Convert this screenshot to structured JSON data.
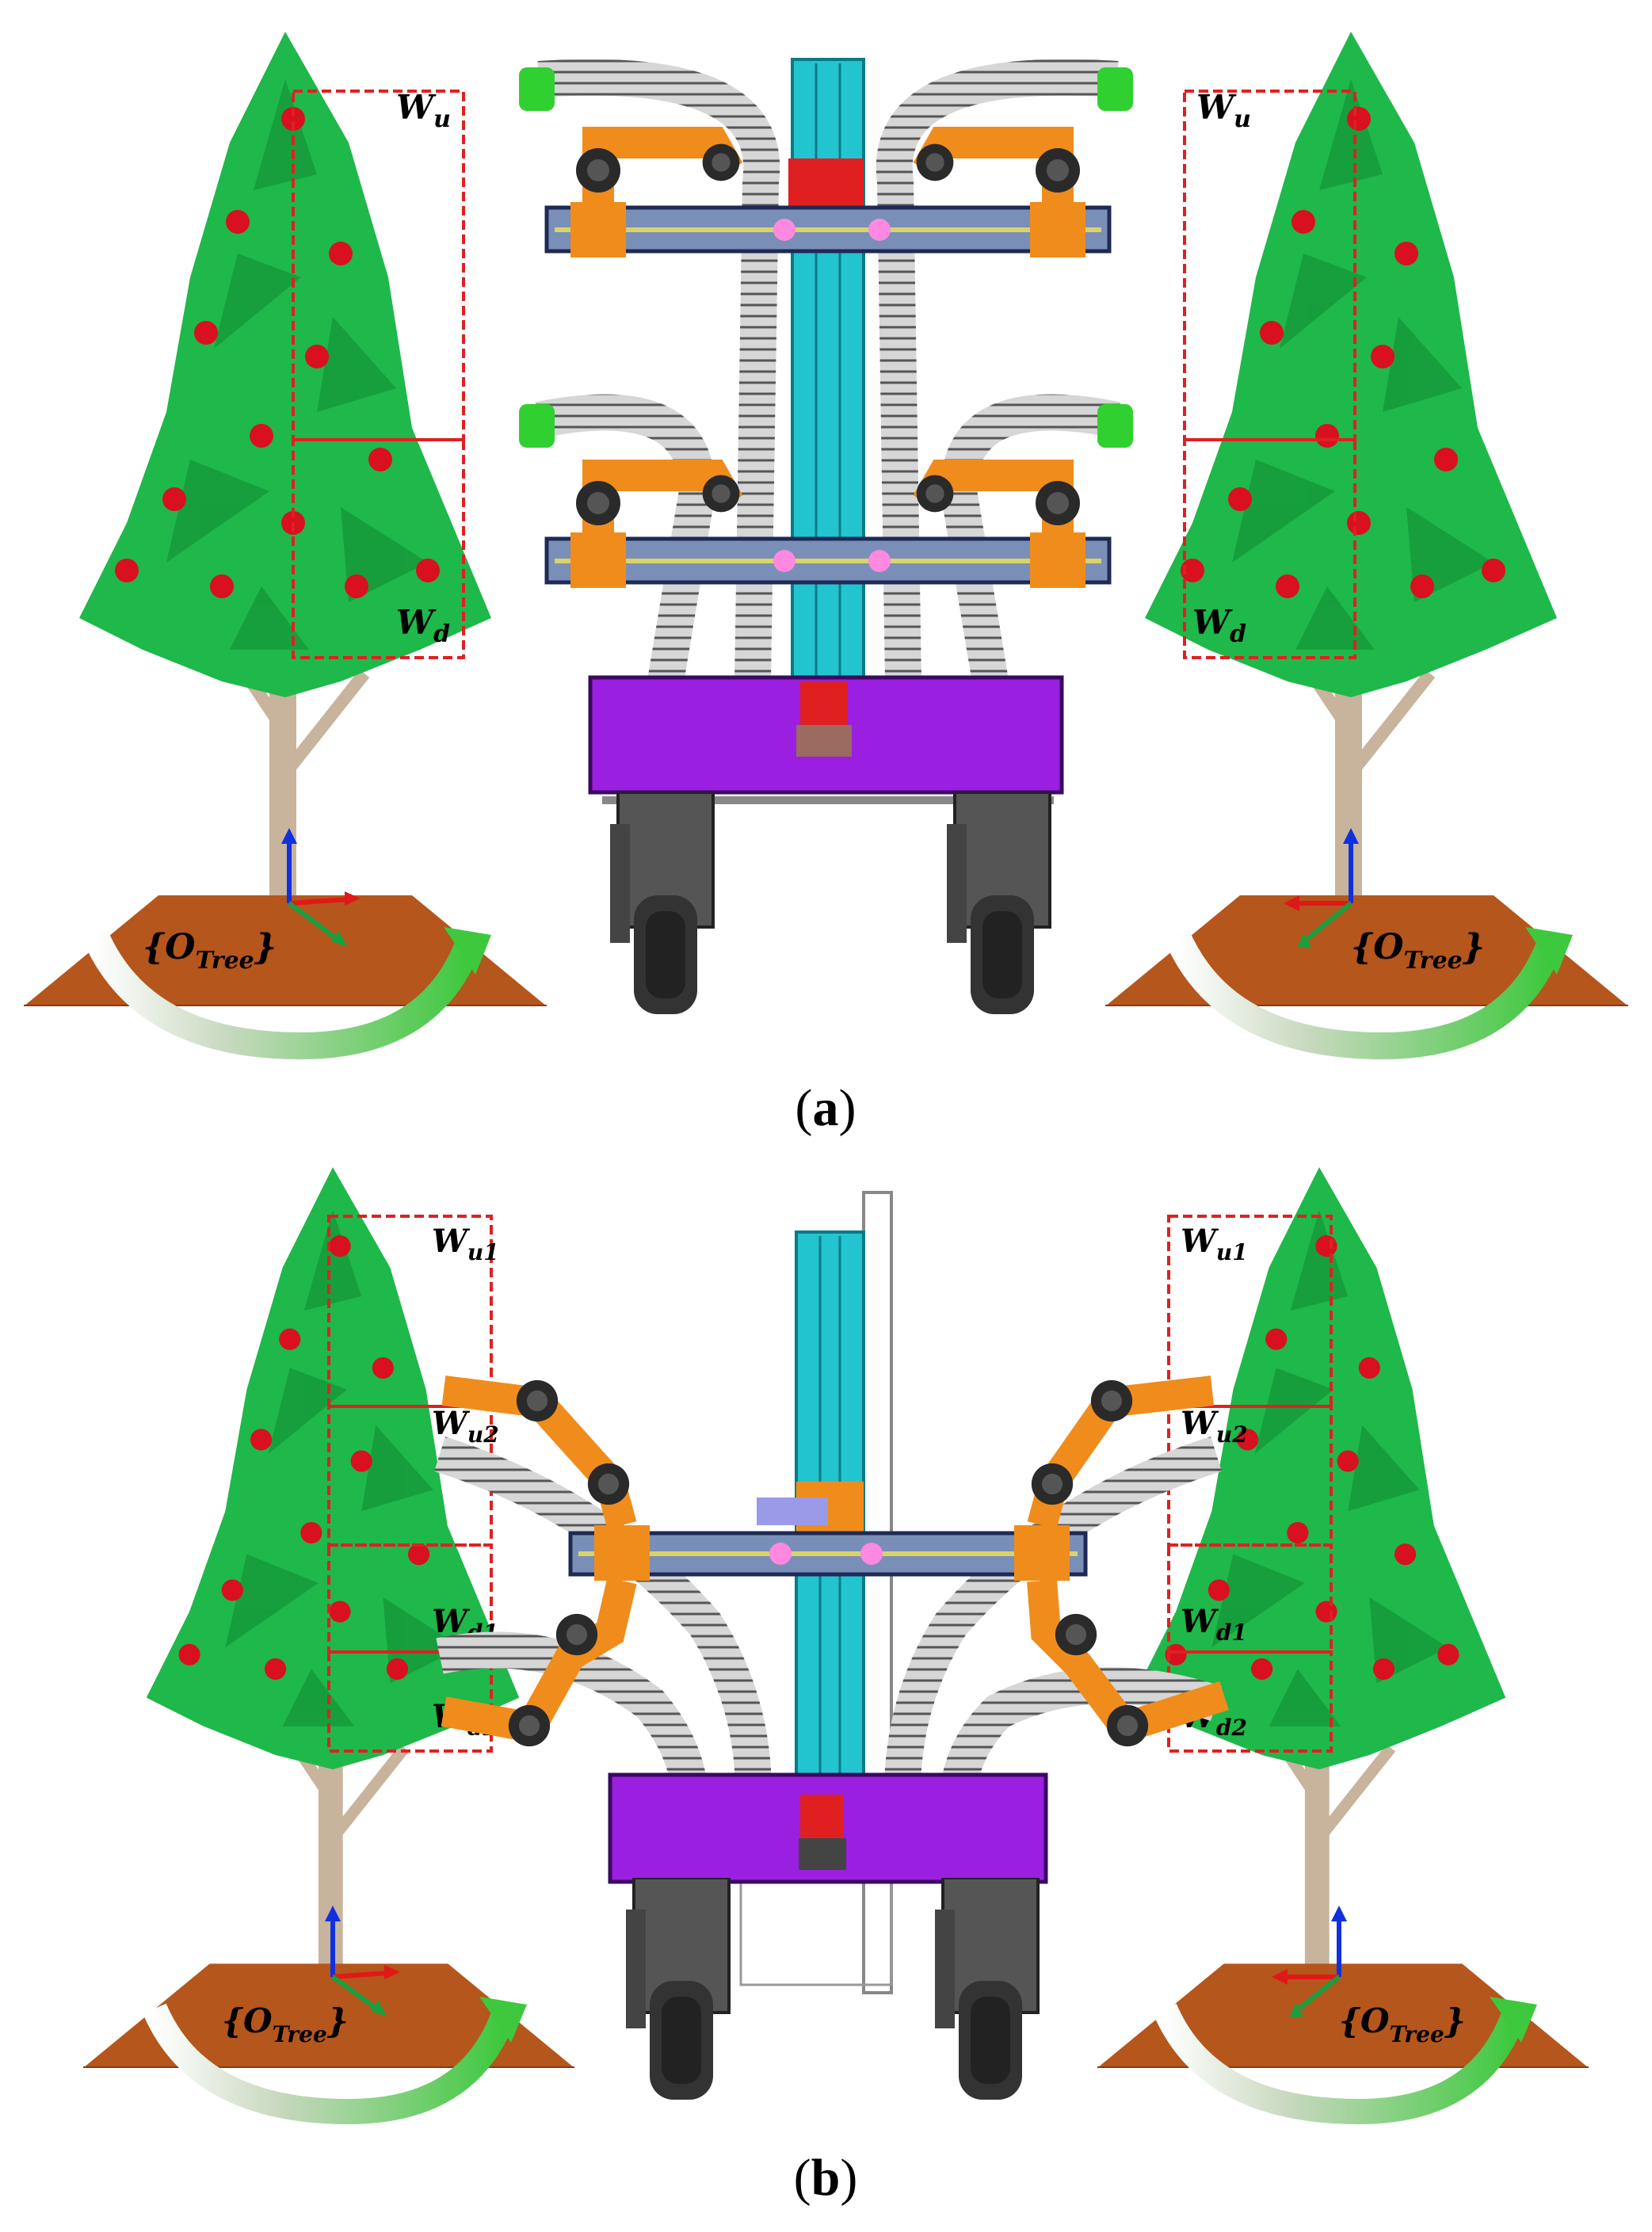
{
  "colors": {
    "foliage": "#1fb84a",
    "foliage_dark": "#0f8a32",
    "apple": "#d81020",
    "trunk": "#c8b39c",
    "soil": "#b5561d",
    "soil_dark": "#8a3a10",
    "window_box": "#e02020",
    "frame": "#7a8fb8",
    "rail": "#d9d36a",
    "column": "#22c4d0",
    "base": "#9b1fe0",
    "arm": "#f08c1c",
    "arm_dark": "#2a2a2a",
    "joint": "#4a4a4a",
    "wheel": "#333333",
    "hose": "#b8b8b8",
    "gripper": "#30d030",
    "axis_x": "#e01818",
    "axis_y": "#18a040",
    "axis_z": "#1030e0"
  },
  "icons": {
    "tree": "tree-icon",
    "apple": "apple-icon",
    "robot_arm": "robot-arm-icon",
    "wheel": "wheel-icon",
    "axis": "coordinate-axes-icon",
    "rotation": "rotation-arrow-icon"
  },
  "panels": [
    {
      "caption_open": "(",
      "caption_letter": "a",
      "caption_close": ")",
      "frame_label": "{O",
      "frame_sub": "Tree",
      "frame_close": "}",
      "windows": [
        {
          "base": "W",
          "sub": "u"
        },
        {
          "base": "W",
          "sub": "d"
        }
      ]
    },
    {
      "caption_open": "(",
      "caption_letter": "b",
      "caption_close": ")",
      "frame_label": "{O",
      "frame_sub": "Tree",
      "frame_close": "}",
      "windows": [
        {
          "base": "W",
          "sub": "u1"
        },
        {
          "base": "W",
          "sub": "u2"
        },
        {
          "base": "W",
          "sub": "d1"
        },
        {
          "base": "W",
          "sub": "d2"
        }
      ]
    }
  ]
}
